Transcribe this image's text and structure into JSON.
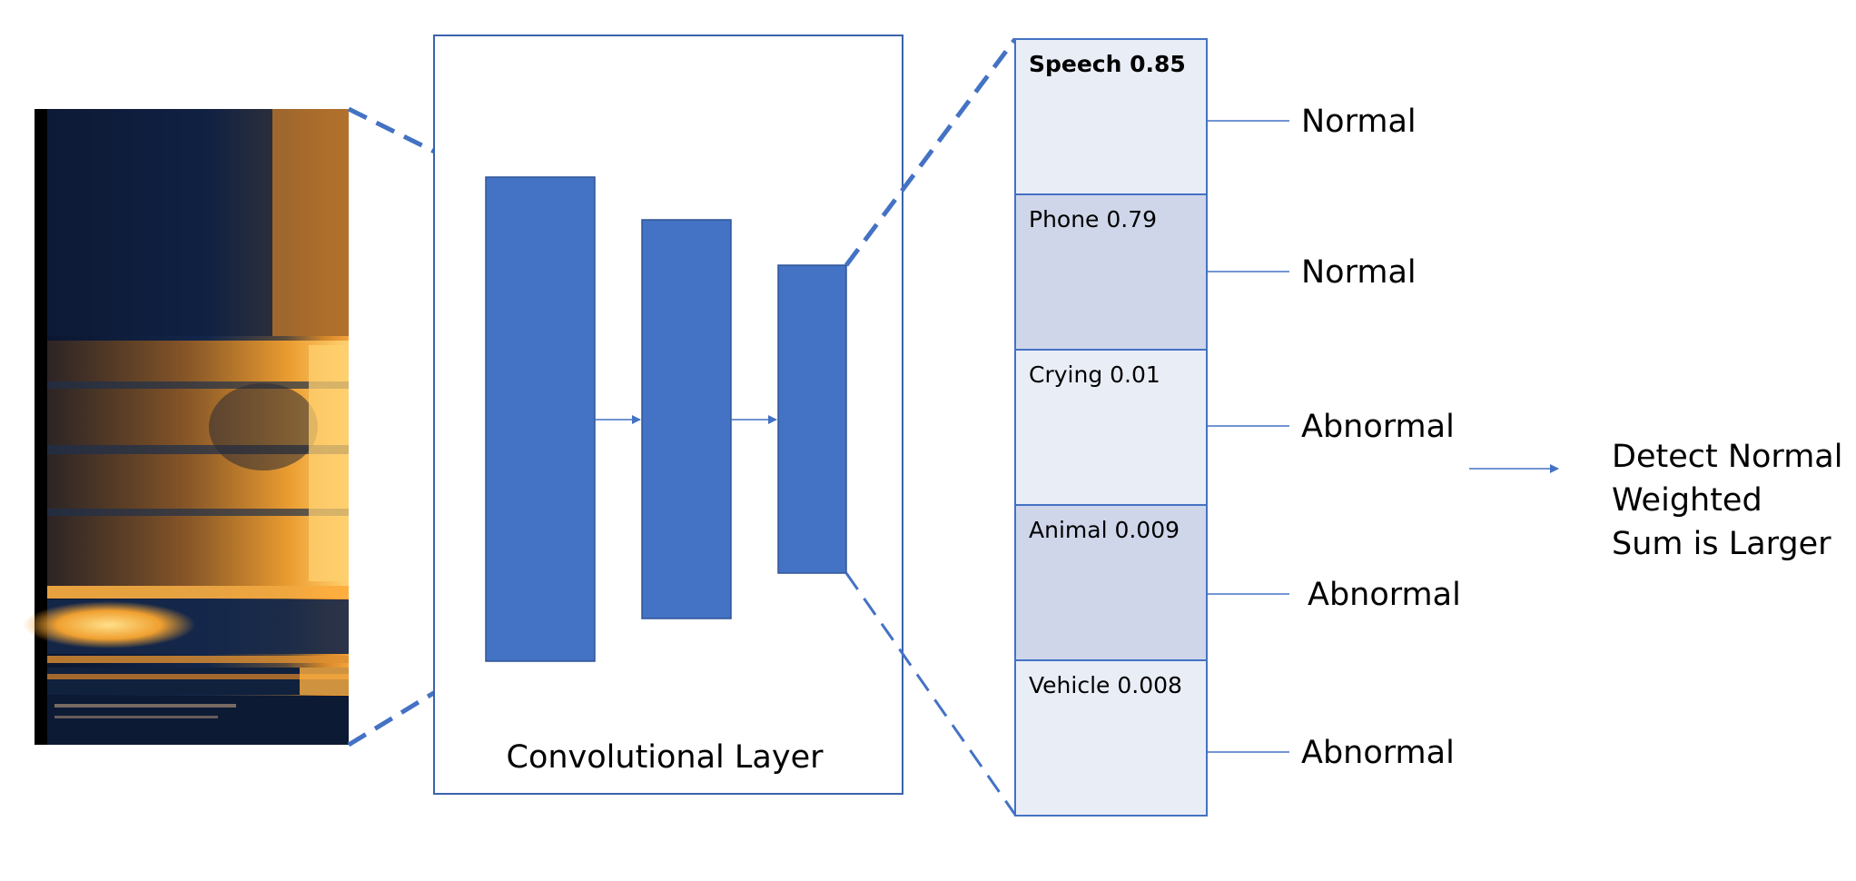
{
  "conv_layer": {
    "title": "Convolutional Layer"
  },
  "classes": [
    {
      "label": "Speech 0.85",
      "bold": true,
      "shade": "light",
      "output": "Normal"
    },
    {
      "label": "Phone 0.79",
      "bold": false,
      "shade": "dark",
      "output": "Normal"
    },
    {
      "label": "Crying  0.01",
      "bold": false,
      "shade": "light",
      "output": "Abnormal"
    },
    {
      "label": "Animal  0.009",
      "bold": false,
      "shade": "dark",
      "output": "Abnormal"
    },
    {
      "label": "Vehicle  0.008",
      "bold": false,
      "shade": "light",
      "output": "Abnormal"
    }
  ],
  "result": {
    "lines": [
      "Detect Normal",
      "Weighted",
      "Sum is Larger"
    ]
  },
  "colors": {
    "accent_blue": "#4472c4",
    "frame_blue": "#3a63ad",
    "cell_light": "#e9edf6",
    "cell_dark": "#cfd6ea",
    "spectrogram_dark": "#0d1a33",
    "spectrogram_warm": "#f0a030"
  }
}
